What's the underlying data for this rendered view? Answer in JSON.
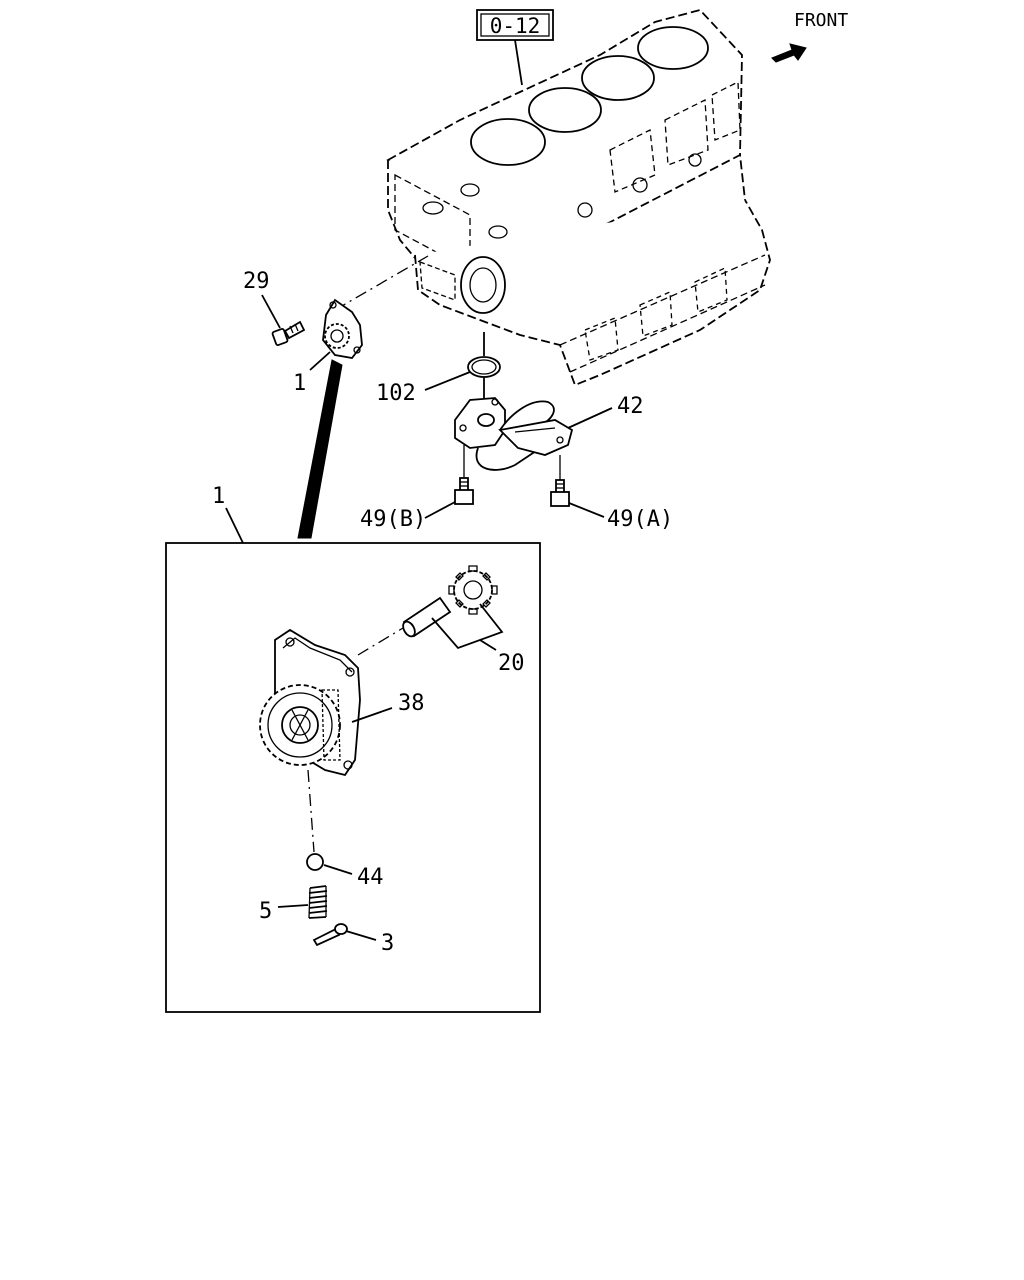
{
  "reference_box": "0-12",
  "direction_label": "FRONT",
  "callouts": {
    "c29": "29",
    "c1_main": "1",
    "c102": "102",
    "c42": "42",
    "c49b": "49(B)",
    "c49a": "49(A)",
    "c1_detail": "1",
    "c20": "20",
    "c38": "38",
    "c44": "44",
    "c5": "5",
    "c3": "3"
  }
}
